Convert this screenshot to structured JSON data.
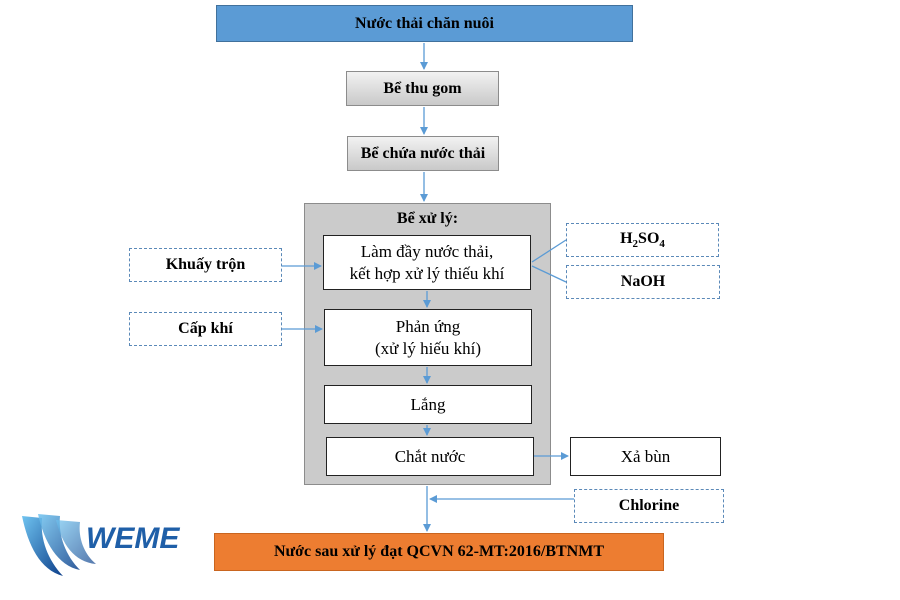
{
  "nodes": {
    "source": "Nước thải chăn nuôi",
    "collection_tank": "Bể thu gom",
    "storage_tank": "Bể chứa nước thải",
    "treatment_tank_title": "Bể xử lý:",
    "fill_line1": "Làm đầy nước thải,",
    "fill_line2": "kết hợp xử lý thiếu khí",
    "reaction_line1": "Phản ứng",
    "reaction_line2": "(xử lý hiếu khí)",
    "settling": "Lắng",
    "decant": "Chắt nước",
    "mixing": "Khuấy trộn",
    "aeration": "Cấp khí",
    "acid_main": "H",
    "acid_sub1": "2",
    "acid_mid": "SO",
    "acid_sub2": "4",
    "base": "NaOH",
    "sludge": "Xả bùn",
    "chlorine": "Chlorine",
    "output": "Nước sau xử lý đạt QCVN 62-MT:2016/BTNMT"
  },
  "logo": {
    "text": "WEME"
  },
  "colors": {
    "source_fill": "#5b9bd5",
    "output_fill": "#ed7d31",
    "arrow": "#5b9bd5",
    "logo_blue": "#1f5fa8"
  }
}
